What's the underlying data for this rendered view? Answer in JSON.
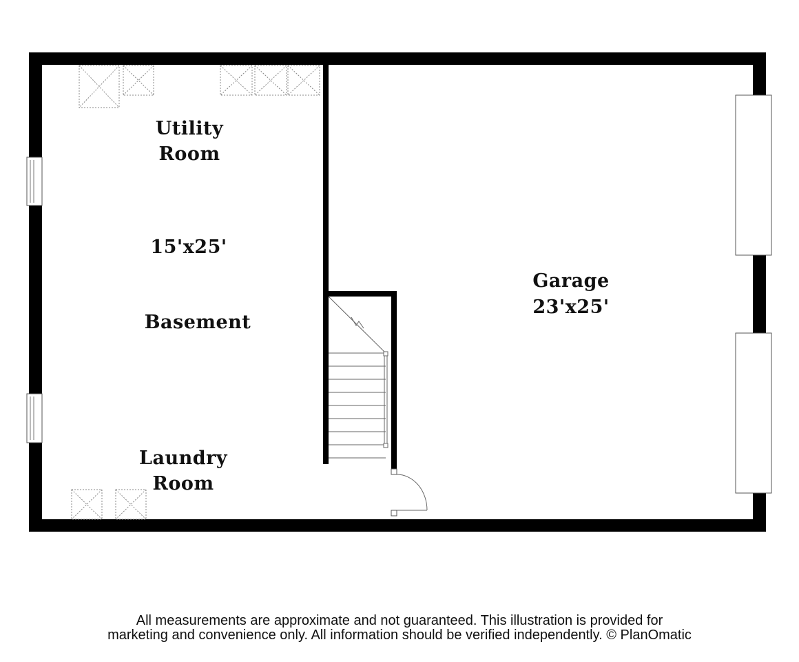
{
  "rooms": {
    "utility": {
      "line1": "Utility",
      "line2": "Room"
    },
    "basement": {
      "dimensions": "15'x25'",
      "name": "Basement"
    },
    "laundry": {
      "line1": "Laundry",
      "line2": "Room"
    },
    "garage": {
      "name": "Garage",
      "dimensions": "23'x25'"
    }
  },
  "disclaimer": {
    "line1": "All measurements are approximate and not guaranteed. This illustration is provided for",
    "line2": "marketing and convenience only. All information should be verified independently. © PlanOmatic"
  }
}
